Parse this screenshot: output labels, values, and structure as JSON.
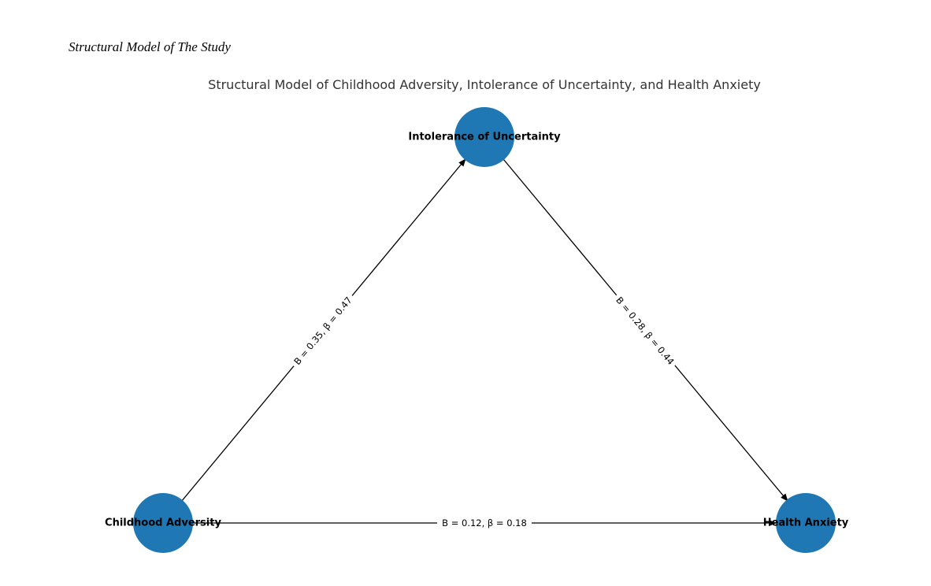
{
  "figure_caption": "Structural Model of The Study",
  "diagram": {
    "title": "Structural Model of Childhood Adversity, Intolerance of Uncertainty, and Health Anxiety",
    "node_color": "#1f77b4",
    "nodes": [
      {
        "id": "iu",
        "label": "Intolerance of Uncertainty"
      },
      {
        "id": "ca",
        "label": "Childhood Adversity"
      },
      {
        "id": "ha",
        "label": "Health Anxiety"
      }
    ],
    "edges": [
      {
        "from": "ca",
        "to": "iu",
        "label": "B = 0.35, β = 0.47"
      },
      {
        "from": "iu",
        "to": "ha",
        "label": "B = 0.28, β = 0.44"
      },
      {
        "from": "ca",
        "to": "ha",
        "label": "B = 0.12, β = 0.18"
      }
    ]
  }
}
